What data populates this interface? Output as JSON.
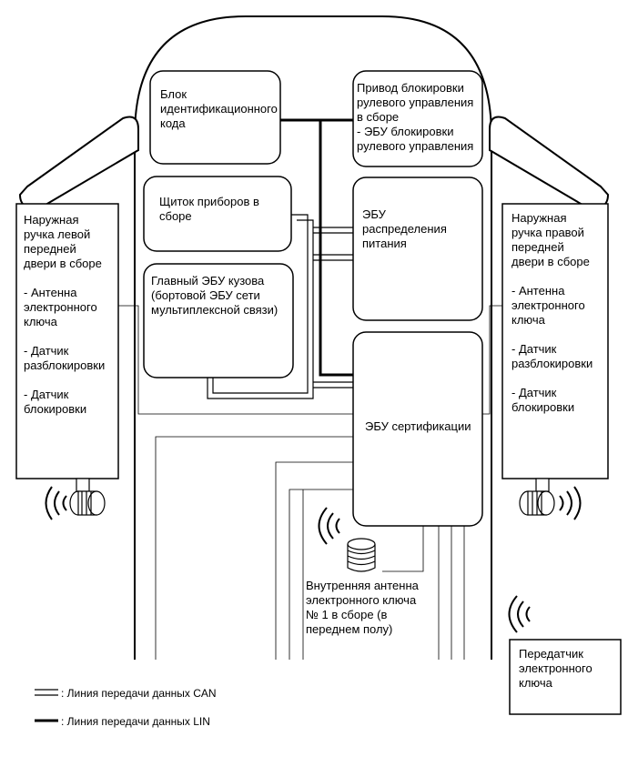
{
  "blocks": {
    "id_code": "Блок\nидентификационного\nкода",
    "steering_lock": "Привод блокировки\nрулевого управления\nв сборе\n- ЭБУ блокировки\nрулевого управления",
    "meter": "Щиток приборов в\nсборе",
    "power_ecu": "ЭБУ\nраспределения\nпитания",
    "main_body_ecu": "Главный ЭБУ кузова\n(бортовой ЭБУ сети\nмультиплексной связи)",
    "cert_ecu": "ЭБУ сертификации",
    "left_door": "Наружная\nручка левой\nпередней\nдвери в сборе\n\n- Антенна\nэлектронного\nключа\n\n- Датчик\nразблокировки\n\n- Датчик\nблокировки",
    "right_door": "Наружная\nручка правой\nпередней\nдвери в сборе\n\n- Антенна\nэлектронного\nключа\n\n- Датчик\nразблокировки\n\n- Датчик\nблокировки",
    "indoor_antenna": "Внутренняя антенна\nэлектронного ключа\n№ 1 в сборе (в\nпереднем полу)",
    "transmitter": "Передатчик\nэлектронного\nключа"
  },
  "legend": {
    "can": ": Линия передачи данных CAN",
    "lin": ": Линия передачи данных LIN"
  },
  "icons": {
    "antenna": "antenna-coil-icon",
    "waves": "radio-waves-icon"
  }
}
